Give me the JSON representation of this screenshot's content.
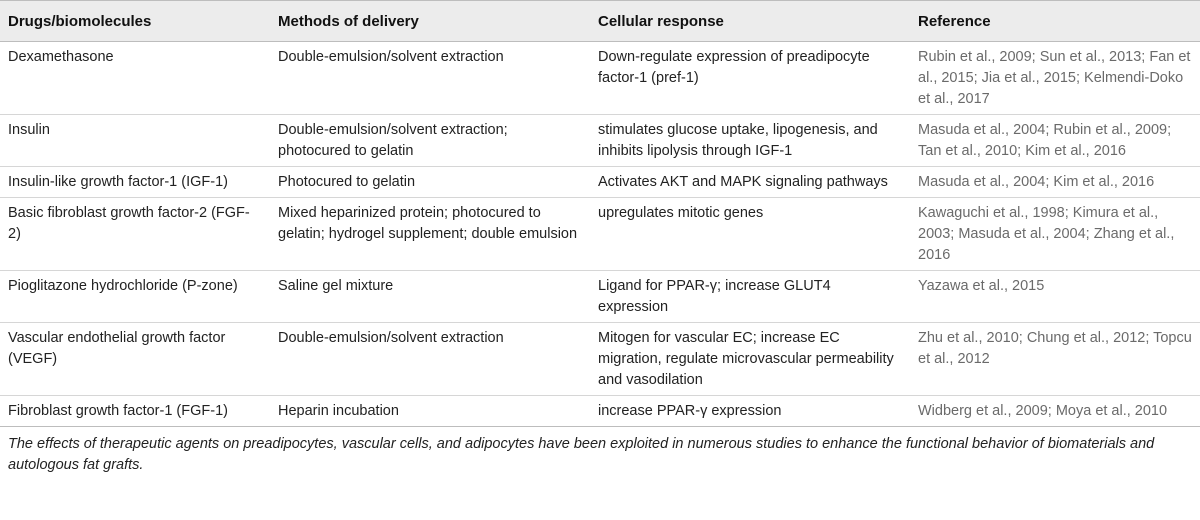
{
  "table": {
    "headers": [
      "Drugs/biomolecules",
      "Methods of delivery",
      "Cellular response",
      "Reference"
    ],
    "rows": [
      {
        "drug": "Dexamethasone",
        "method": "Double-emulsion/solvent extraction",
        "response": "Down-regulate expression of preadipocyte factor-1 (pref-1)",
        "reference": "Rubin et al., 2009; Sun et al., 2013; Fan et al., 2015; Jia et al., 2015; Kelmendi-Doko et al., 2017"
      },
      {
        "drug": "Insulin",
        "method": "Double-emulsion/solvent extraction; photocured to gelatin",
        "response": "stimulates glucose uptake, lipogenesis, and inhibits lipolysis through IGF-1",
        "reference": "Masuda et al., 2004; Rubin et al., 2009; Tan et al., 2010; Kim et al., 2016"
      },
      {
        "drug": "Insulin-like growth factor-1 (IGF-1)",
        "method": "Photocured to gelatin",
        "response": "Activates AKT and MAPK signaling pathways",
        "reference": "Masuda et al., 2004; Kim et al., 2016"
      },
      {
        "drug": "Basic fibroblast growth factor-2 (FGF-2)",
        "method": "Mixed heparinized protein; photocured to gelatin; hydrogel supplement; double emulsion",
        "response": "upregulates mitotic genes",
        "reference": "Kawaguchi et al., 1998; Kimura et al., 2003; Masuda et al., 2004; Zhang et al., 2016"
      },
      {
        "drug": "Pioglitazone hydrochloride (P-zone)",
        "method": "Saline gel mixture",
        "response": "Ligand for PPAR-γ; increase GLUT4 expression",
        "reference": "Yazawa et al., 2015"
      },
      {
        "drug": "Vascular endothelial growth factor (VEGF)",
        "method": "Double-emulsion/solvent extraction",
        "response": "Mitogen for vascular EC; increase EC migration, regulate microvascular permeability and vasodilation",
        "reference": "Zhu et al., 2010; Chung et al., 2012; Topcu et al., 2012"
      },
      {
        "drug": "Fibroblast growth factor-1 (FGF-1)",
        "method": "Heparin incubation",
        "response": "increase PPAR-γ expression",
        "reference": "Widberg et al., 2009; Moya et al., 2010"
      }
    ]
  },
  "caption": "The effects of therapeutic agents on preadipocytes, vascular cells, and adipocytes have been exploited in numerous studies to enhance the functional behavior of biomaterials and autologous fat grafts."
}
